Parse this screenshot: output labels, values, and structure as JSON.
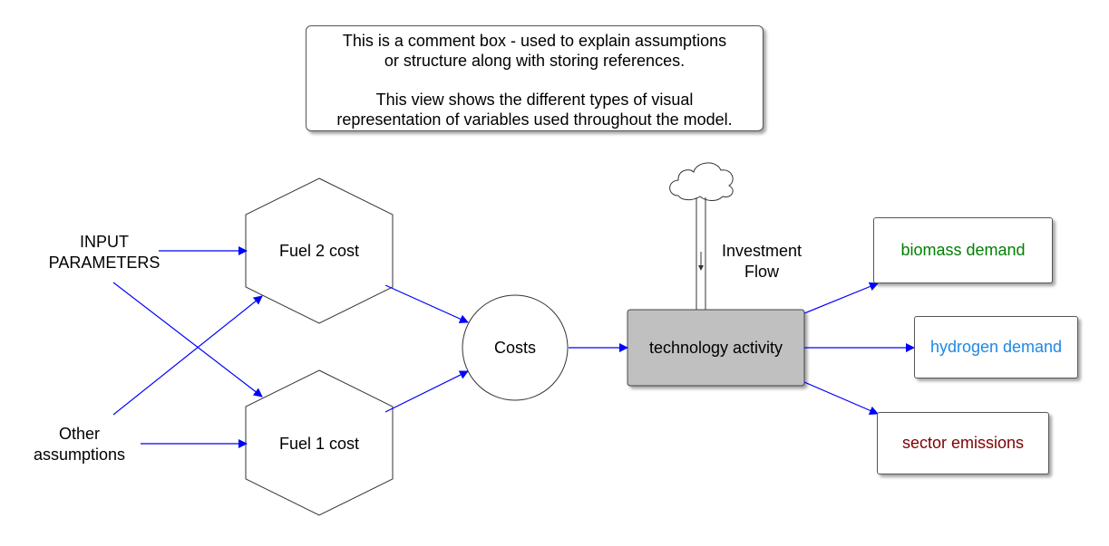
{
  "comment": {
    "line1": "This is a comment box - used to explain assumptions",
    "line2": "or structure along with storing references.",
    "line3": "This view shows the different types of visual",
    "line4": "representation of variables used throughout the model."
  },
  "nodes": {
    "input_parameters": [
      "INPUT",
      "PARAMETERS"
    ],
    "other_assumptions": [
      "Other",
      "assumptions"
    ],
    "fuel2_cost": "Fuel 2 cost",
    "fuel1_cost": "Fuel 1 cost",
    "costs": "Costs",
    "technology_activity": "technology activity",
    "investment_flow": [
      "Investment",
      "Flow"
    ],
    "biomass_demand": "biomass demand",
    "hydrogen_demand": "hydrogen demand",
    "sector_emissions": "sector emissions"
  },
  "colors": {
    "arrow": "#0000ff",
    "stock_fill": "#c0c0c0",
    "biomass": "#008000",
    "hydrogen": "#1e88e5",
    "emissions": "#800000"
  }
}
